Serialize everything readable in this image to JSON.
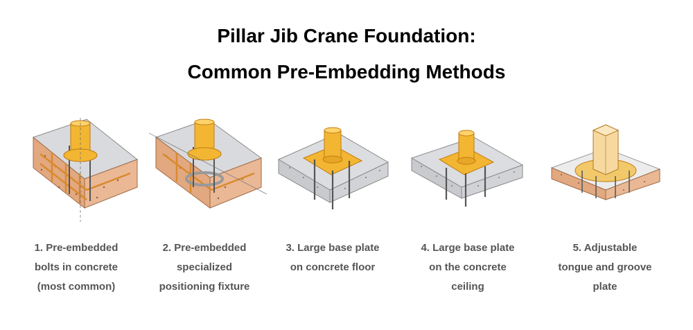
{
  "title": {
    "line1": "Pillar Jib Crane Foundation:",
    "line2": "Common Pre-Embedding Methods"
  },
  "methods": [
    {
      "lines": [
        "1. Pre-embedded",
        "bolts in concrete",
        "(most common)"
      ]
    },
    {
      "lines": [
        "2. Pre-embedded",
        "specialized",
        "positioning fixture"
      ]
    },
    {
      "lines": [
        "3. Large base plate",
        "on concrete floor",
        ""
      ]
    },
    {
      "lines": [
        "4. Large base plate",
        "on the concrete",
        "ceiling"
      ]
    },
    {
      "lines": [
        "5. Adjustable",
        "tongue and groove",
        "plate"
      ]
    }
  ],
  "colors": {
    "steel": "#f2b632",
    "steel_dark": "#d8901a",
    "concrete": "#d9dadd",
    "soil": "#e2a880",
    "rebar": "#d98a2e"
  }
}
